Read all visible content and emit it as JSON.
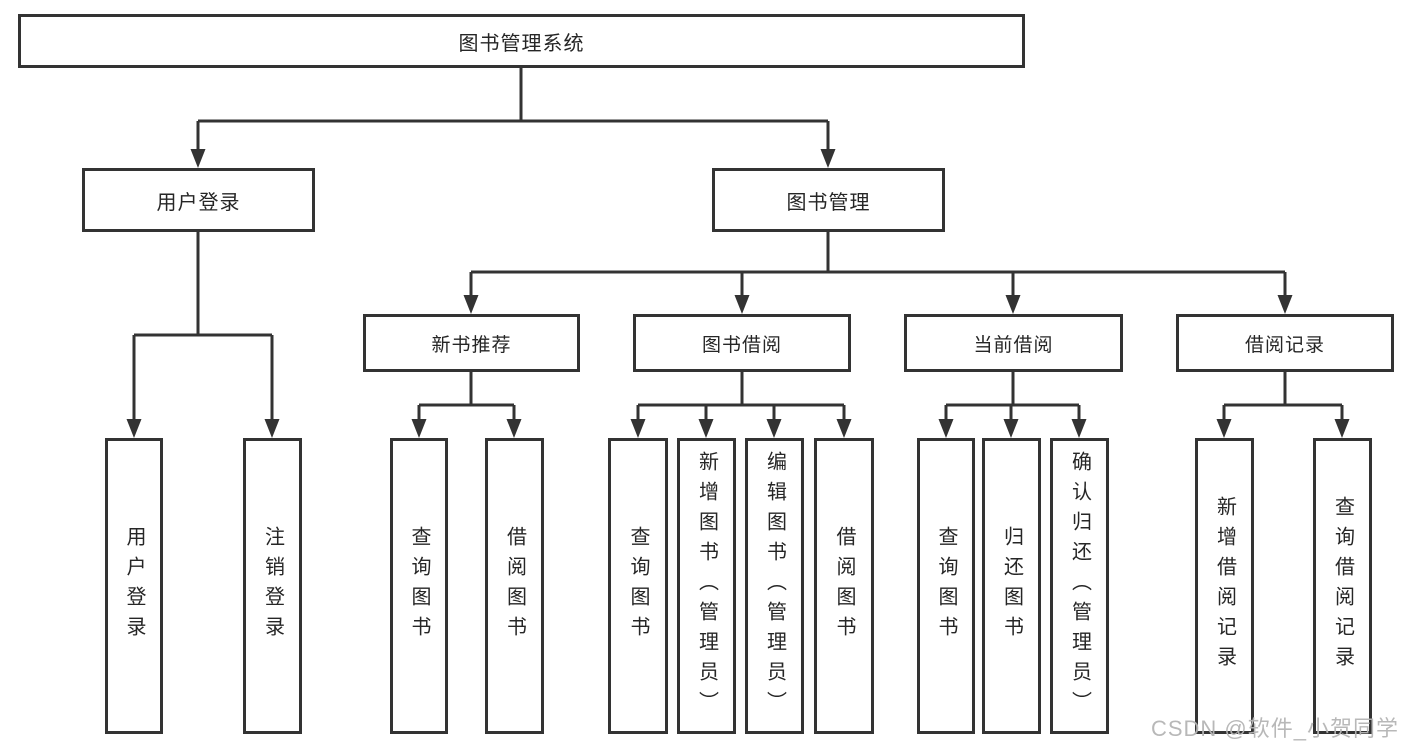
{
  "diagram": {
    "root": {
      "label": "图书管理系统"
    },
    "branches": {
      "user": {
        "label": "用户登录",
        "leaves": [
          "用户登录",
          "注销登录"
        ]
      },
      "book": {
        "label": "图书管理",
        "groups": [
          {
            "label": "新书推荐",
            "leaves": [
              "查询图书",
              "借阅图书"
            ]
          },
          {
            "label": "图书借阅",
            "leaves": [
              "查询图书",
              "新增图书（管理员）",
              "编辑图书（管理员）",
              "借阅图书"
            ]
          },
          {
            "label": "当前借阅",
            "leaves": [
              "查询图书",
              "归还图书",
              "确认归还（管理员）"
            ]
          },
          {
            "label": "借阅记录",
            "leaves": [
              "新增借阅记录",
              "查询借阅记录"
            ]
          }
        ]
      }
    },
    "watermark": {
      "text": "CSDN @软件_小贺同学",
      "color": "#b5b5b5"
    },
    "colors": {
      "line": "#333333",
      "text": "#262626",
      "background": "#ffffff"
    }
  }
}
